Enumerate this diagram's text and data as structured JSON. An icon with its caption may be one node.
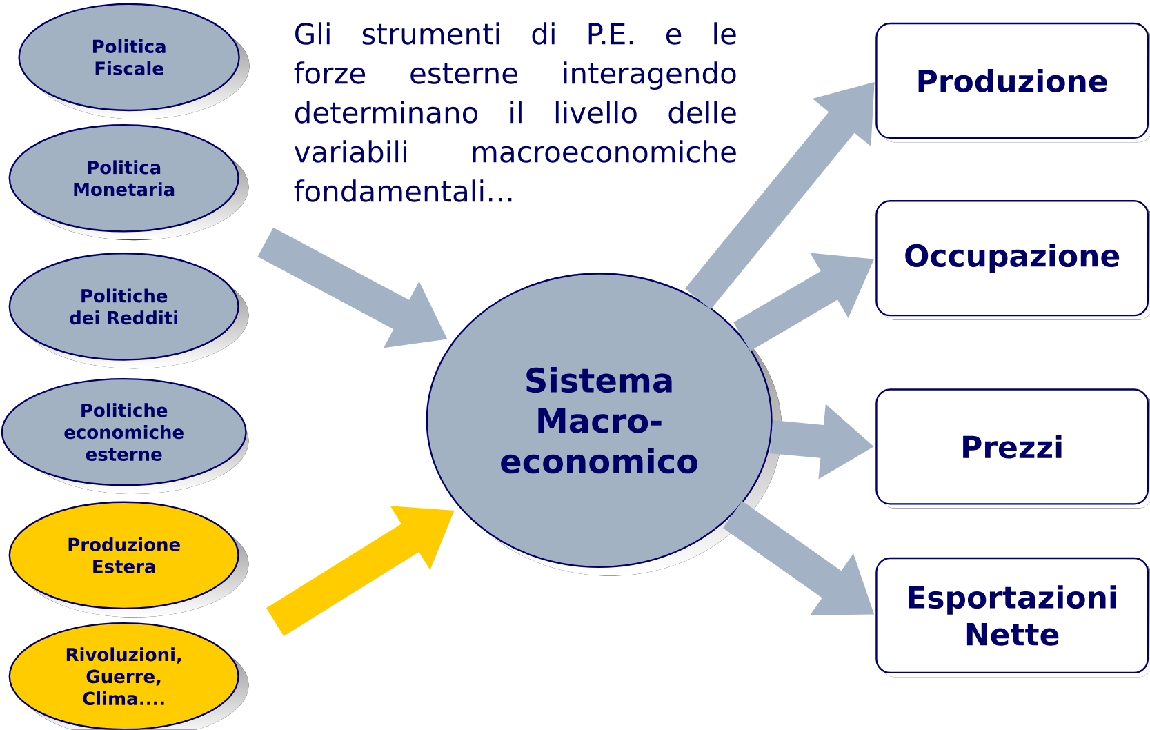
{
  "diagram": {
    "nodes": [
      {
        "text": [
          "Politica Fiscale"
        ]
      },
      {
        "text": [
          "Politica Monetaria"
        ]
      },
      {
        "text": [
          "Politiche dei Redditi"
        ]
      },
      {
        "text": [
          "Politiche economiche esterne"
        ]
      },
      {
        "text": [
          "Produzione Estera"
        ]
      },
      {
        "text": [
          "Rivoluzioni, Guerre, Clima...."
        ]
      },
      {
        "text": [
          "Sistema Macro-economico"
        ]
      },
      {
        "text": [
          "Produzione"
        ]
      },
      {
        "text": [
          "Occupazione"
        ]
      },
      {
        "text": [
          "Prezzi"
        ]
      },
      {
        "text": [
          "Esportazioni Nette"
        ]
      }
    ],
    "edges": [
      {
        "from": null,
        "to": 6,
        "arrow": "to"
      },
      {
        "from": null,
        "to": 6,
        "arrow": "to",
        "color": "#ffcc00"
      },
      {
        "from": 6,
        "to": 7,
        "arrow": "to"
      },
      {
        "from": 6,
        "to": 8,
        "arrow": "to"
      },
      {
        "from": 6,
        "to": 9,
        "arrow": "to"
      },
      {
        "from": 6,
        "to": 10,
        "arrow": "to"
      }
    ],
    "labels": [
      "Gli strumenti di P.E. e le forze esterne interagendo determinano il livello delle variabili macroeconomiche fondamentali…"
    ]
  }
}
